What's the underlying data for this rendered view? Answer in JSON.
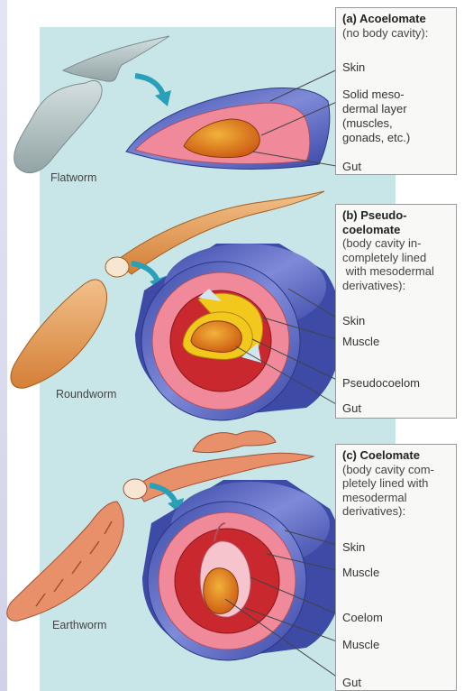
{
  "panels": [
    {
      "heading": "(a) Acoelomate",
      "description": [
        "(no body cavity):"
      ],
      "organism": "Flatworm",
      "labels": [
        "Skin",
        "Solid meso-",
        "dermal layer",
        "(muscles,",
        "gonads, etc.)",
        "Gut"
      ]
    },
    {
      "heading": [
        "(b) Pseudo-",
        "coelomate"
      ],
      "description": [
        "(body cavity in-",
        "completely lined",
        " with mesodermal",
        "derivatives):"
      ],
      "organism": "Roundworm",
      "labels": [
        "Skin",
        "Muscle",
        "Pseudocoelom",
        "Gut"
      ]
    },
    {
      "heading": "(c) Coelomate",
      "description": [
        "(body cavity com-",
        "pletely lined with",
        "mesodermal",
        "derivatives):"
      ],
      "organism": "Earthworm",
      "labels": [
        "Skin",
        "Muscle",
        "Coelom",
        "Muscle",
        "Gut"
      ]
    }
  ],
  "colors": {
    "teal_background": "#c8e6e8",
    "skin_blue": "#5a67c9",
    "mesoderm_pink": "#f08a9a",
    "muscle_red": "#c8282e",
    "gut_orange": "#e07a1a",
    "pseudocoelom_yellow": "#f2c81c",
    "worm_tan": "#e19a55",
    "flatworm_grey": "#a9b8ba",
    "arrow_teal": "#2aa0b8"
  }
}
